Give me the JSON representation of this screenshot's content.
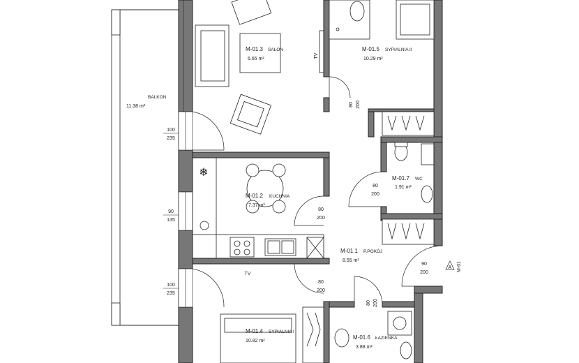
{
  "rooms": [
    {
      "code": "M-01.3",
      "name": "SALON",
      "area": "6.65 m²"
    },
    {
      "code": "M-01.5",
      "name": "SYPIALNIA II",
      "area": "10.29 m²"
    },
    {
      "code": "M-01.2",
      "name": "KUCHNIA",
      "area": "7.37 m²"
    },
    {
      "code": "M-01.7",
      "name": "WC",
      "area": "1.91 m²"
    },
    {
      "code": "M-01.1",
      "name": "P.POKÓJ",
      "area": "8.55 m²"
    },
    {
      "code": "M-01.4",
      "name": "SYPIALNIA I",
      "area": "10.82 m²"
    },
    {
      "code": "M-01.6",
      "name": "ŁAZIENKA",
      "area": "3.88 m²"
    }
  ],
  "balcony": {
    "name": "BALKON",
    "area": "11.38 m²"
  },
  "door_dims": [
    {
      "w": "80",
      "h": "200"
    },
    {
      "w": "80",
      "h": "200"
    },
    {
      "w": "80",
      "h": "200"
    },
    {
      "w": "80",
      "h": "200"
    },
    {
      "w": "80",
      "h": "200"
    },
    {
      "w": "90",
      "h": "200"
    }
  ],
  "window_dims": [
    {
      "w": "100",
      "h": "235"
    },
    {
      "w": "90",
      "h": "135"
    },
    {
      "w": "100",
      "h": "235"
    }
  ],
  "tv_labels": [
    "TV",
    "TV"
  ],
  "section_mark": "A",
  "section_ref": "M-01"
}
